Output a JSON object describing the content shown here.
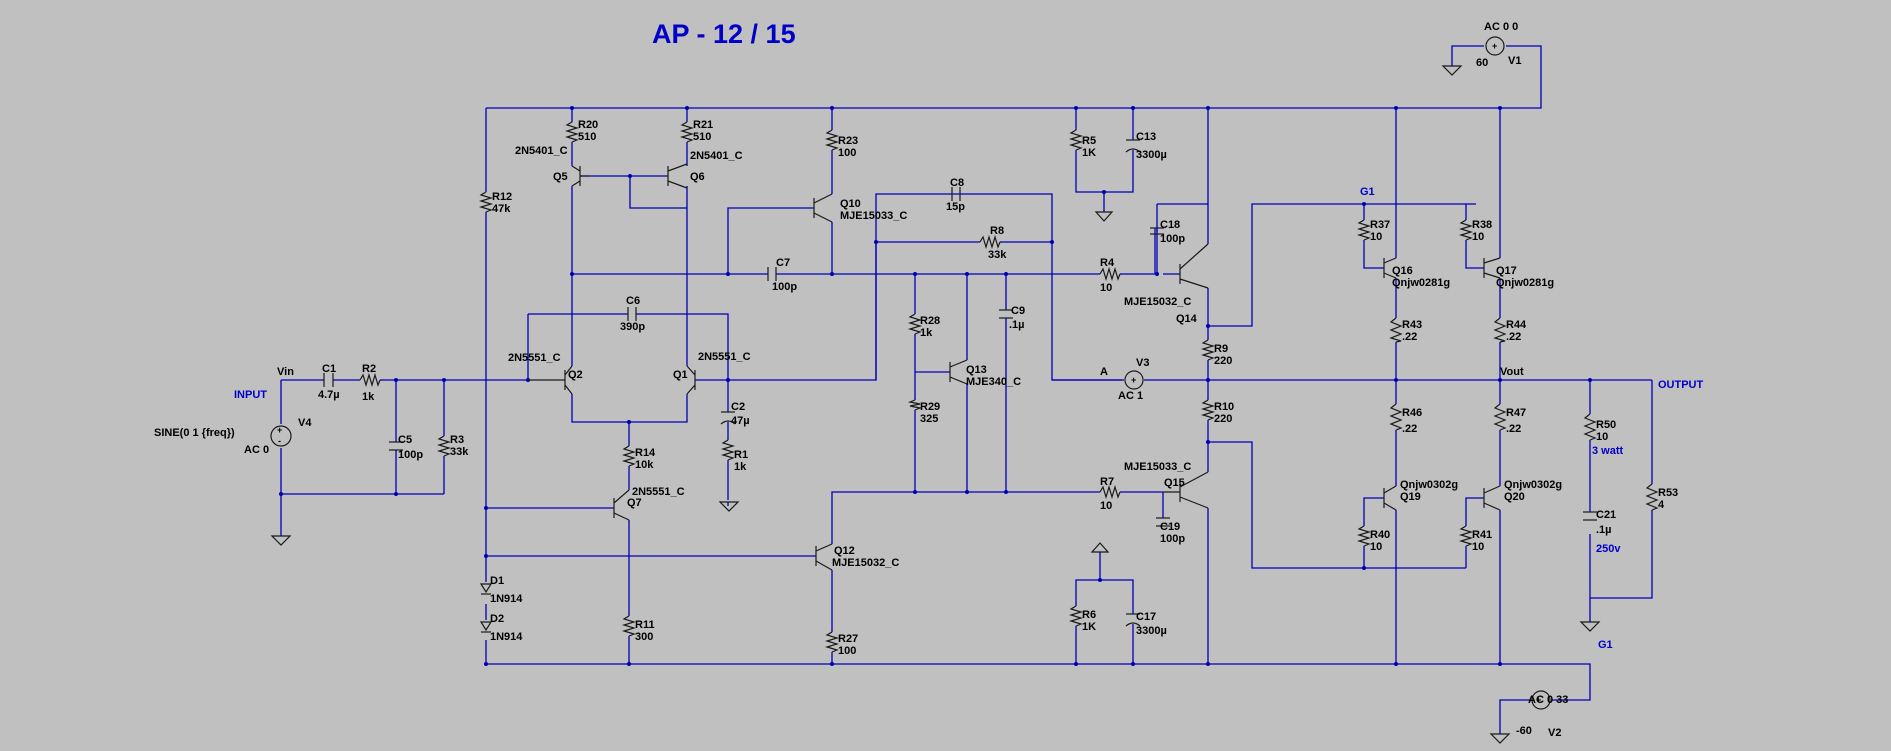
{
  "title": "AP - 12 / 15",
  "colors": {
    "background": "#c0c0c0",
    "wire": "#0000b4",
    "component": "#1a1a1a",
    "net_label": "#0000c8",
    "text": "#000000"
  },
  "nets": {
    "input": "INPUT",
    "output": "OUTPUT",
    "vin": "Vin",
    "vout": "Vout",
    "a": "A",
    "g1_top": "G1",
    "g1_bottom": "G1"
  },
  "sources": {
    "v1": {
      "name": "V1",
      "value": "60",
      "spec": "AC 0 0"
    },
    "v2": {
      "name": "V2",
      "value": "-60",
      "spec": "AC 0 33"
    },
    "v3": {
      "name": "V3",
      "spec": "AC 1"
    },
    "v4": {
      "name": "V4",
      "value": "SINE(0 1 {freq})",
      "spec": "AC 0"
    }
  },
  "resistors": {
    "r1": {
      "name": "R1",
      "value": "1k"
    },
    "r2": {
      "name": "R2",
      "value": "1k"
    },
    "r3": {
      "name": "R3",
      "value": "33k"
    },
    "r4": {
      "name": "R4",
      "value": "10"
    },
    "r5": {
      "name": "R5",
      "value": "1K"
    },
    "r6": {
      "name": "R6",
      "value": "1K"
    },
    "r7": {
      "name": "R7",
      "value": "10"
    },
    "r8": {
      "name": "R8",
      "value": "33k"
    },
    "r9": {
      "name": "R9",
      "value": "220"
    },
    "r10": {
      "name": "R10",
      "value": "220"
    },
    "r11": {
      "name": "R11",
      "value": "300"
    },
    "r12": {
      "name": "R12",
      "value": "47k"
    },
    "r14": {
      "name": "R14",
      "value": "10k"
    },
    "r20": {
      "name": "R20",
      "value": "510"
    },
    "r21": {
      "name": "R21",
      "value": "510"
    },
    "r23": {
      "name": "R23",
      "value": "100"
    },
    "r27": {
      "name": "R27",
      "value": "100"
    },
    "r28": {
      "name": "R28",
      "value": "1k"
    },
    "r29": {
      "name": "R29",
      "value": "325"
    },
    "r37": {
      "name": "R37",
      "value": "10"
    },
    "r38": {
      "name": "R38",
      "value": "10"
    },
    "r40": {
      "name": "R40",
      "value": "10"
    },
    "r41": {
      "name": "R41",
      "value": "10"
    },
    "r43": {
      "name": "R43",
      "value": ".22"
    },
    "r44": {
      "name": "R44",
      "value": ".22"
    },
    "r46": {
      "name": "R46",
      "value": ".22"
    },
    "r47": {
      "name": "R47",
      "value": ".22"
    },
    "r50": {
      "name": "R50",
      "value": "10",
      "note": "3 watt"
    },
    "r53": {
      "name": "R53",
      "value": "4"
    }
  },
  "capacitors": {
    "c1": {
      "name": "C1",
      "value": "4.7µ"
    },
    "c2": {
      "name": "C2",
      "value": "47µ"
    },
    "c5": {
      "name": "C5",
      "value": "100p"
    },
    "c6": {
      "name": "C6",
      "value": "390p"
    },
    "c7": {
      "name": "C7",
      "value": "100p"
    },
    "c8": {
      "name": "C8",
      "value": "15p"
    },
    "c9": {
      "name": "C9",
      "value": ".1µ"
    },
    "c13": {
      "name": "C13",
      "value": "3300µ"
    },
    "c17": {
      "name": "C17",
      "value": "3300µ"
    },
    "c18": {
      "name": "C18",
      "value": "100p"
    },
    "c19": {
      "name": "C19",
      "value": "100p"
    },
    "c21": {
      "name": "C21",
      "value": ".1µ",
      "note": "250v"
    }
  },
  "transistors": {
    "q1": {
      "name": "Q1",
      "model": "2N5551_C"
    },
    "q2": {
      "name": "Q2",
      "model": "2N5551_C"
    },
    "q5": {
      "name": "Q5",
      "model": "2N5401_C"
    },
    "q6": {
      "name": "Q6",
      "model": "2N5401_C"
    },
    "q7": {
      "name": "Q7",
      "model": "2N5551_C"
    },
    "q10": {
      "name": "Q10",
      "model": "MJE15033_C"
    },
    "q12": {
      "name": "Q12",
      "model": "MJE15032_C"
    },
    "q13": {
      "name": "Q13",
      "model": "MJE340_C"
    },
    "q14": {
      "name": "Q14",
      "model": "MJE15032_C"
    },
    "q15": {
      "name": "Q15",
      "model": "MJE15033_C"
    },
    "q16": {
      "name": "Q16",
      "model": "Qnjw0281g"
    },
    "q17": {
      "name": "Q17",
      "model": "Qnjw0281g"
    },
    "q19": {
      "name": "Q19",
      "model": "Qnjw0302g"
    },
    "q20": {
      "name": "Q20",
      "model": "Qnjw0302g"
    }
  },
  "diodes": {
    "d1": {
      "name": "D1",
      "model": "1N914"
    },
    "d2": {
      "name": "D2",
      "model": "1N914"
    }
  }
}
